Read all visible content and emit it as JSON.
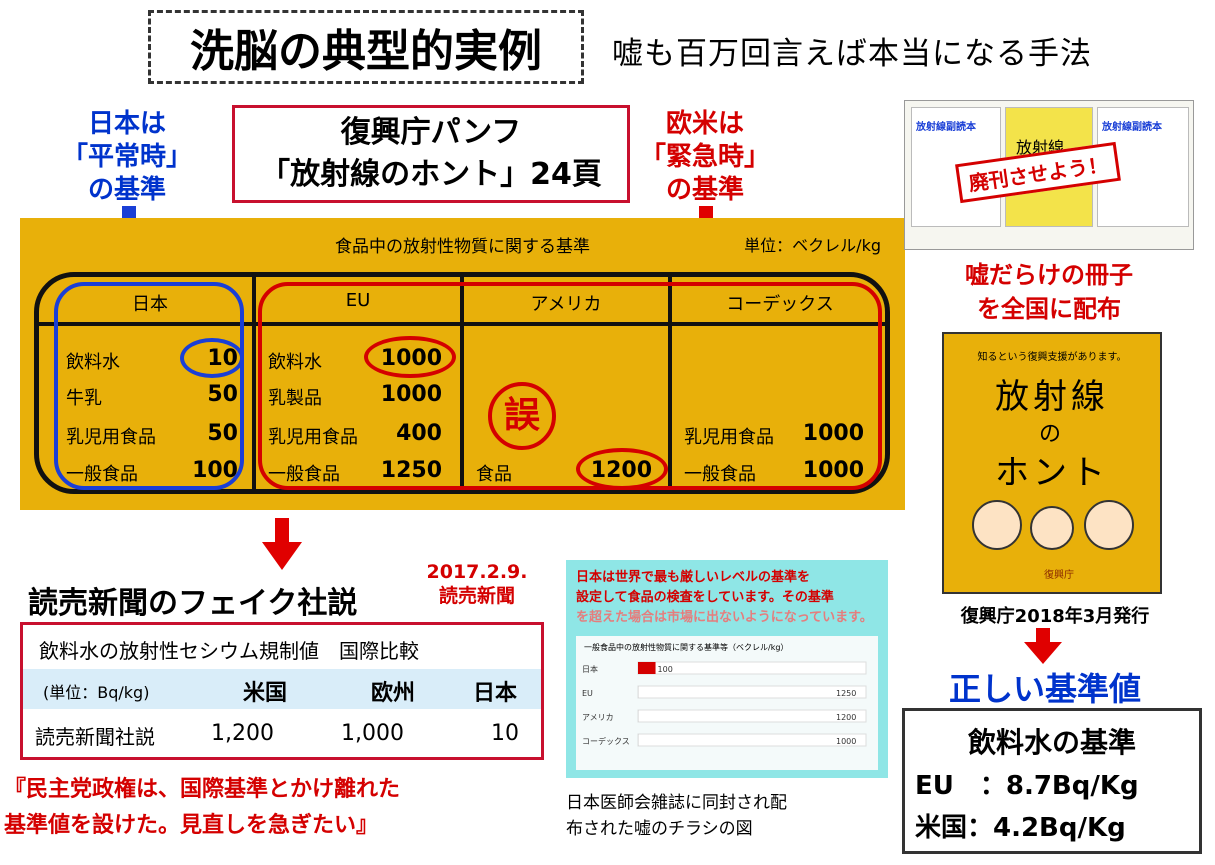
{
  "title": "洗脳の典型的実例",
  "subtitle": "嘘も百万回言えば本当になる手法",
  "japan_label": [
    "日本は",
    "「平常時」",
    "の基準"
  ],
  "west_label": [
    "欧米は",
    "「緊急時」",
    "の基準"
  ],
  "pamphlet_label": [
    "復興庁パンフ",
    "「放射線のホント」24頁"
  ],
  "table": {
    "heading": "食品中の放射性物質に関する基準",
    "unit": "単位：ベクレル/kg",
    "columns": [
      {
        "name": "日本",
        "rows": [
          [
            "飲料水",
            "10"
          ],
          [
            "牛乳",
            "50"
          ],
          [
            "乳児用食品",
            "50"
          ],
          [
            "一般食品",
            "100"
          ]
        ]
      },
      {
        "name": "EU",
        "rows": [
          [
            "飲料水",
            "1000"
          ],
          [
            "乳製品",
            "1000"
          ],
          [
            "乳児用食品",
            "400"
          ],
          [
            "一般食品",
            "1250"
          ]
        ]
      },
      {
        "name": "アメリカ",
        "rows": [
          [
            "",
            ""
          ],
          [
            "",
            ""
          ],
          [
            "",
            ""
          ],
          [
            "食品",
            "1200"
          ]
        ]
      },
      {
        "name": "コーデックス",
        "rows": [
          [
            "",
            ""
          ],
          [
            "",
            ""
          ],
          [
            "乳児用食品",
            "1000"
          ],
          [
            "一般食品",
            "1000"
          ]
        ]
      }
    ],
    "error_mark": "誤"
  },
  "booklets": {
    "caption": [
      "嘘だらけの冊子",
      "を全国に配布"
    ],
    "cover_labels": [
      "放射線副読本",
      "放射線",
      "放射線副読本"
    ],
    "stamp": "廃刊させよう！"
  },
  "book": {
    "top_text": "知るという復興支援があります。",
    "title_lines": [
      "放射線",
      "の",
      "ホント"
    ],
    "publisher": "復興庁",
    "caption": "復興庁2018年3月発行"
  },
  "yomiuri": {
    "heading": "読売新聞のフェイク社説",
    "date": [
      "2017.2.9.",
      "読売新聞"
    ],
    "box_title": "飲料水の放射性セシウム規制値　国際比較",
    "unit": "(単位：Bq/kg)",
    "headers": [
      "米国",
      "欧州",
      "日本"
    ],
    "row_label": "読売新聞社説",
    "values": [
      "1,200",
      "1,000",
      "10"
    ],
    "quote": [
      "『民主党政権は、国際基準とかけ離れた",
      "基準値を設けた。見直しを急ぎたい』"
    ]
  },
  "flyer": {
    "text": [
      "日本は世界で最も厳しいレベルの基準を",
      "設定して食品の検査をしています。その基準",
      "を超えた場合は市場に出ないようになっています。"
    ],
    "chart_title": "一般食品中の放射性物質に関する基準等（ベクレル/kg）",
    "caption": [
      "日本医師会雑誌に同封され配",
      "布された嘘のチラシの図"
    ]
  },
  "chart_data": {
    "type": "bar",
    "categories": [
      "日本",
      "EU",
      "アメリカ",
      "コーデックス"
    ],
    "values": [
      100,
      1250,
      1200,
      1000
    ],
    "xlim": [
      0,
      1300
    ]
  },
  "correct": {
    "heading": "正しい基準値",
    "box_title": "飲料水の基準",
    "lines": [
      "EU　：8.7Bq/Kg",
      "米国：4.2Bq/Kg"
    ]
  }
}
